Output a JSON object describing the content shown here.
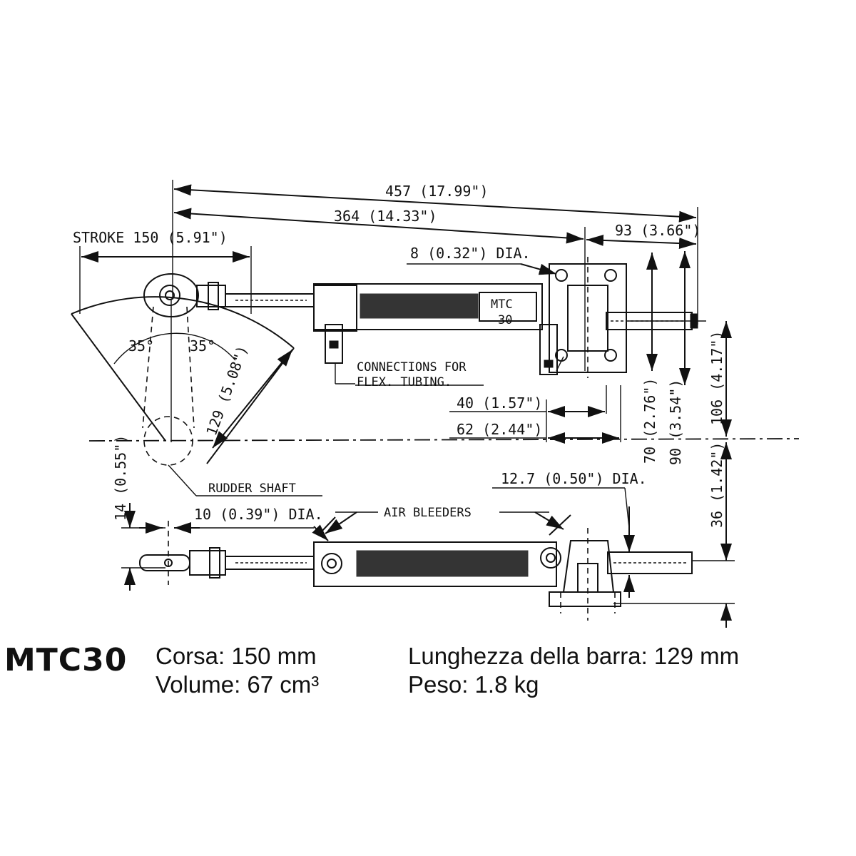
{
  "dimensions": {
    "overall": "457 (17.99\")",
    "body": "364 (14.33\")",
    "mount": "93 (3.66\")",
    "stroke": "STROKE 150 (5.91\")",
    "hole_dia": "8 (0.32\") DIA.",
    "angle_left": "35°",
    "angle_right": "35°",
    "tiller": "129 (5.08\")",
    "d40": "40 (1.57\")",
    "d62": "62 (2.44\")",
    "d70": "70 (2.76\")",
    "d90": "90 (3.54\")",
    "d106": "106 (4.17\")",
    "d36": "36 (1.42\")",
    "d14": "14 (0.55\")",
    "rod_end_dia": "10 (0.39\") DIA.",
    "pin_dia": "12.7 (0.50\") DIA."
  },
  "labels": {
    "connections_line1": "CONNECTIONS FOR",
    "connections_line2": "FLEX. TUBING.",
    "rudder_shaft": "RUDDER SHAFT",
    "air_bleeders": "AIR BLEEDERS",
    "cyl_mark_1": "MTC",
    "cyl_mark_2": "30"
  },
  "specs": {
    "model": "MTC30",
    "stroke": "Corsa: 150 mm",
    "volume": "Volume: 67 cm³",
    "tiller_length": "Lunghezza della barra: 129 mm",
    "weight": "Peso: 1.8 kg"
  }
}
